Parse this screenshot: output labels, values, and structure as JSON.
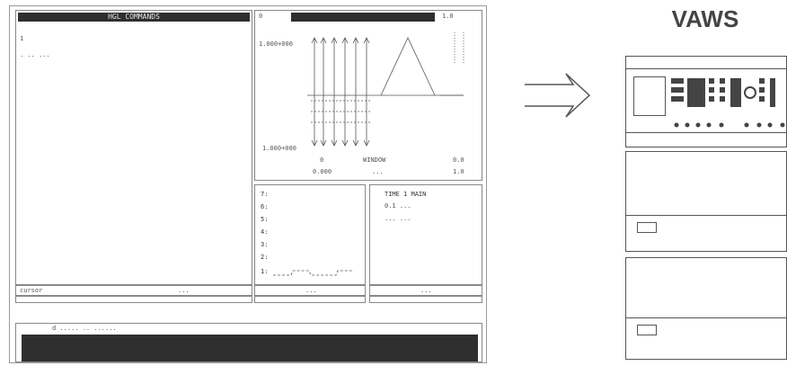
{
  "diagram": {
    "hgl_panel": {
      "title": "HGL COMMANDS",
      "lines": [
        "1",
        ". .. ..."
      ],
      "status_left": "cursor",
      "status_right": "...",
      "bottom_caption": "d ..... .. ......"
    },
    "waveform_panel": {
      "corner_left": "0",
      "corner_right": "1.0",
      "y_top_label": "1.000+000",
      "y_bottom_label": "1.000+000",
      "x_labels": [
        "0",
        "WINDOW",
        "0.0"
      ],
      "x_labels2": [
        "0.000",
        "...",
        "1.0"
      ]
    },
    "channels_panel": {
      "items": [
        "7:",
        "6:",
        "5:",
        "4:",
        "3:",
        "2:",
        "1:"
      ],
      "footer": "..."
    },
    "time_panel": {
      "title": "TIME 1 MAIN",
      "lines": [
        "0.1 ...",
        "... ..."
      ],
      "footer": "..."
    },
    "arrow": "⇒",
    "instrument": {
      "title": "VAWS"
    }
  }
}
